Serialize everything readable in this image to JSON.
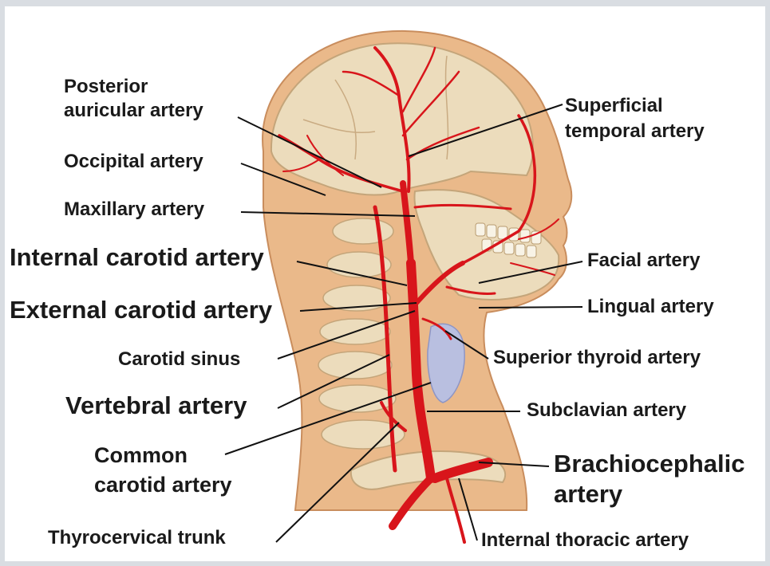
{
  "labels": {
    "posterior_auricular_line1": "Posterior",
    "posterior_auricular_line2": "auricular artery",
    "occipital": "Occipital artery",
    "maxillary": "Maxillary artery",
    "internal_carotid": "Internal carotid artery",
    "external_carotid": "External carotid artery",
    "carotid_sinus": "Carotid sinus",
    "vertebral": "Vertebral artery",
    "common_carotid_line1": "Common",
    "common_carotid_line2": "carotid artery",
    "thyrocervical": "Thyrocervical trunk",
    "superficial_temporal_line1": "Superficial",
    "superficial_temporal_line2": "temporal artery",
    "facial": "Facial artery",
    "lingual": "Lingual artery",
    "superior_thyroid": "Superior thyroid artery",
    "subclavian": "Subclavian artery",
    "brachiocephalic_line1": "Brachiocephalic",
    "brachiocephalic_line2": "artery",
    "internal_thoracic": "Internal thoracic artery"
  },
  "colors": {
    "skin": "#eab98a",
    "bone": "#ecdcbc",
    "artery": "#d8151b",
    "thyroid": "#b9bfe0",
    "leader": "#111111"
  }
}
